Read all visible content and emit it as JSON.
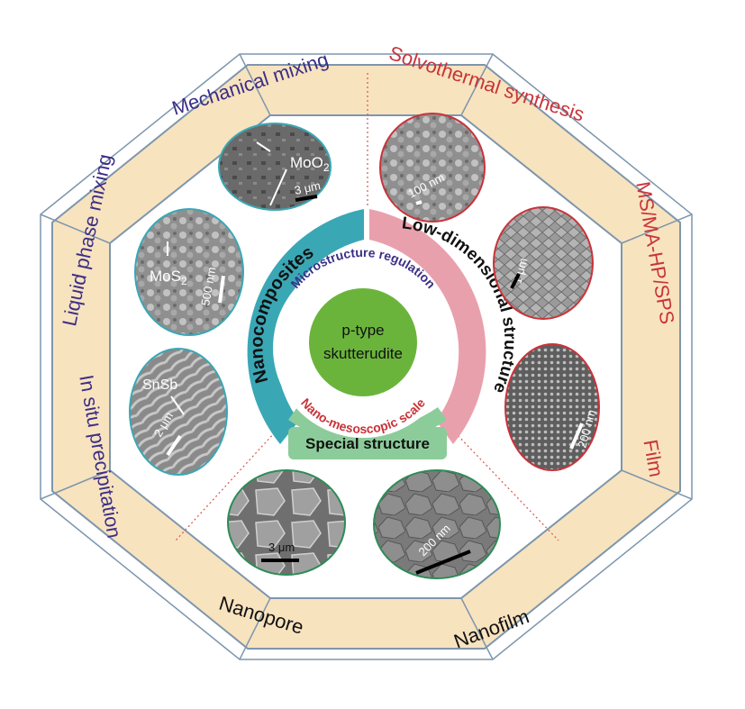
{
  "center": {
    "line1": "p-type",
    "line2": "skutterudite"
  },
  "inner_ring": {
    "top": "Microstructure regulation",
    "bottom": "Nano-mesoscopic scale"
  },
  "categories": {
    "nanocomposites": "Nanocomposites",
    "low_dimensional": "Low-dimensional structure",
    "special": "Special structure"
  },
  "outer_labels": {
    "mechanical_mixing": "Mechanical mixing",
    "solvothermal": "Solvothermal synthesis",
    "ms_ma": "MS/MA-HP/SPS",
    "film": "Film",
    "nanofilm": "Nanofilm",
    "nanopore": "Nanopore",
    "in_situ": "In situ precipitation",
    "liquid_phase": "Liquid phase mixing"
  },
  "micrographs": {
    "moo2": {
      "label": "MoO",
      "sub": "2",
      "scale": "3 μm"
    },
    "mos2": {
      "label": "MoS",
      "sub": "2",
      "scale": "500 nm"
    },
    "snsb": {
      "label": "SnSb",
      "scale": "2 μm"
    },
    "solvo": {
      "scale": "100 nm"
    },
    "msma": {
      "scale": "1 μm"
    },
    "film": {
      "scale": "200 nm"
    },
    "nanopore": {
      "scale": "3 μm"
    },
    "nanofilm": {
      "scale": "200 nm"
    }
  },
  "colors": {
    "octagon_fill": "#f8e3bf",
    "octagon_stroke": "#7d96ad",
    "teal": "#3aa7b5",
    "pink": "#e9a0ad",
    "green_ring": "#8ccc9a",
    "center_green": "#6bb43c",
    "purple_text": "#3b2f86",
    "red_text": "#c8343a"
  }
}
